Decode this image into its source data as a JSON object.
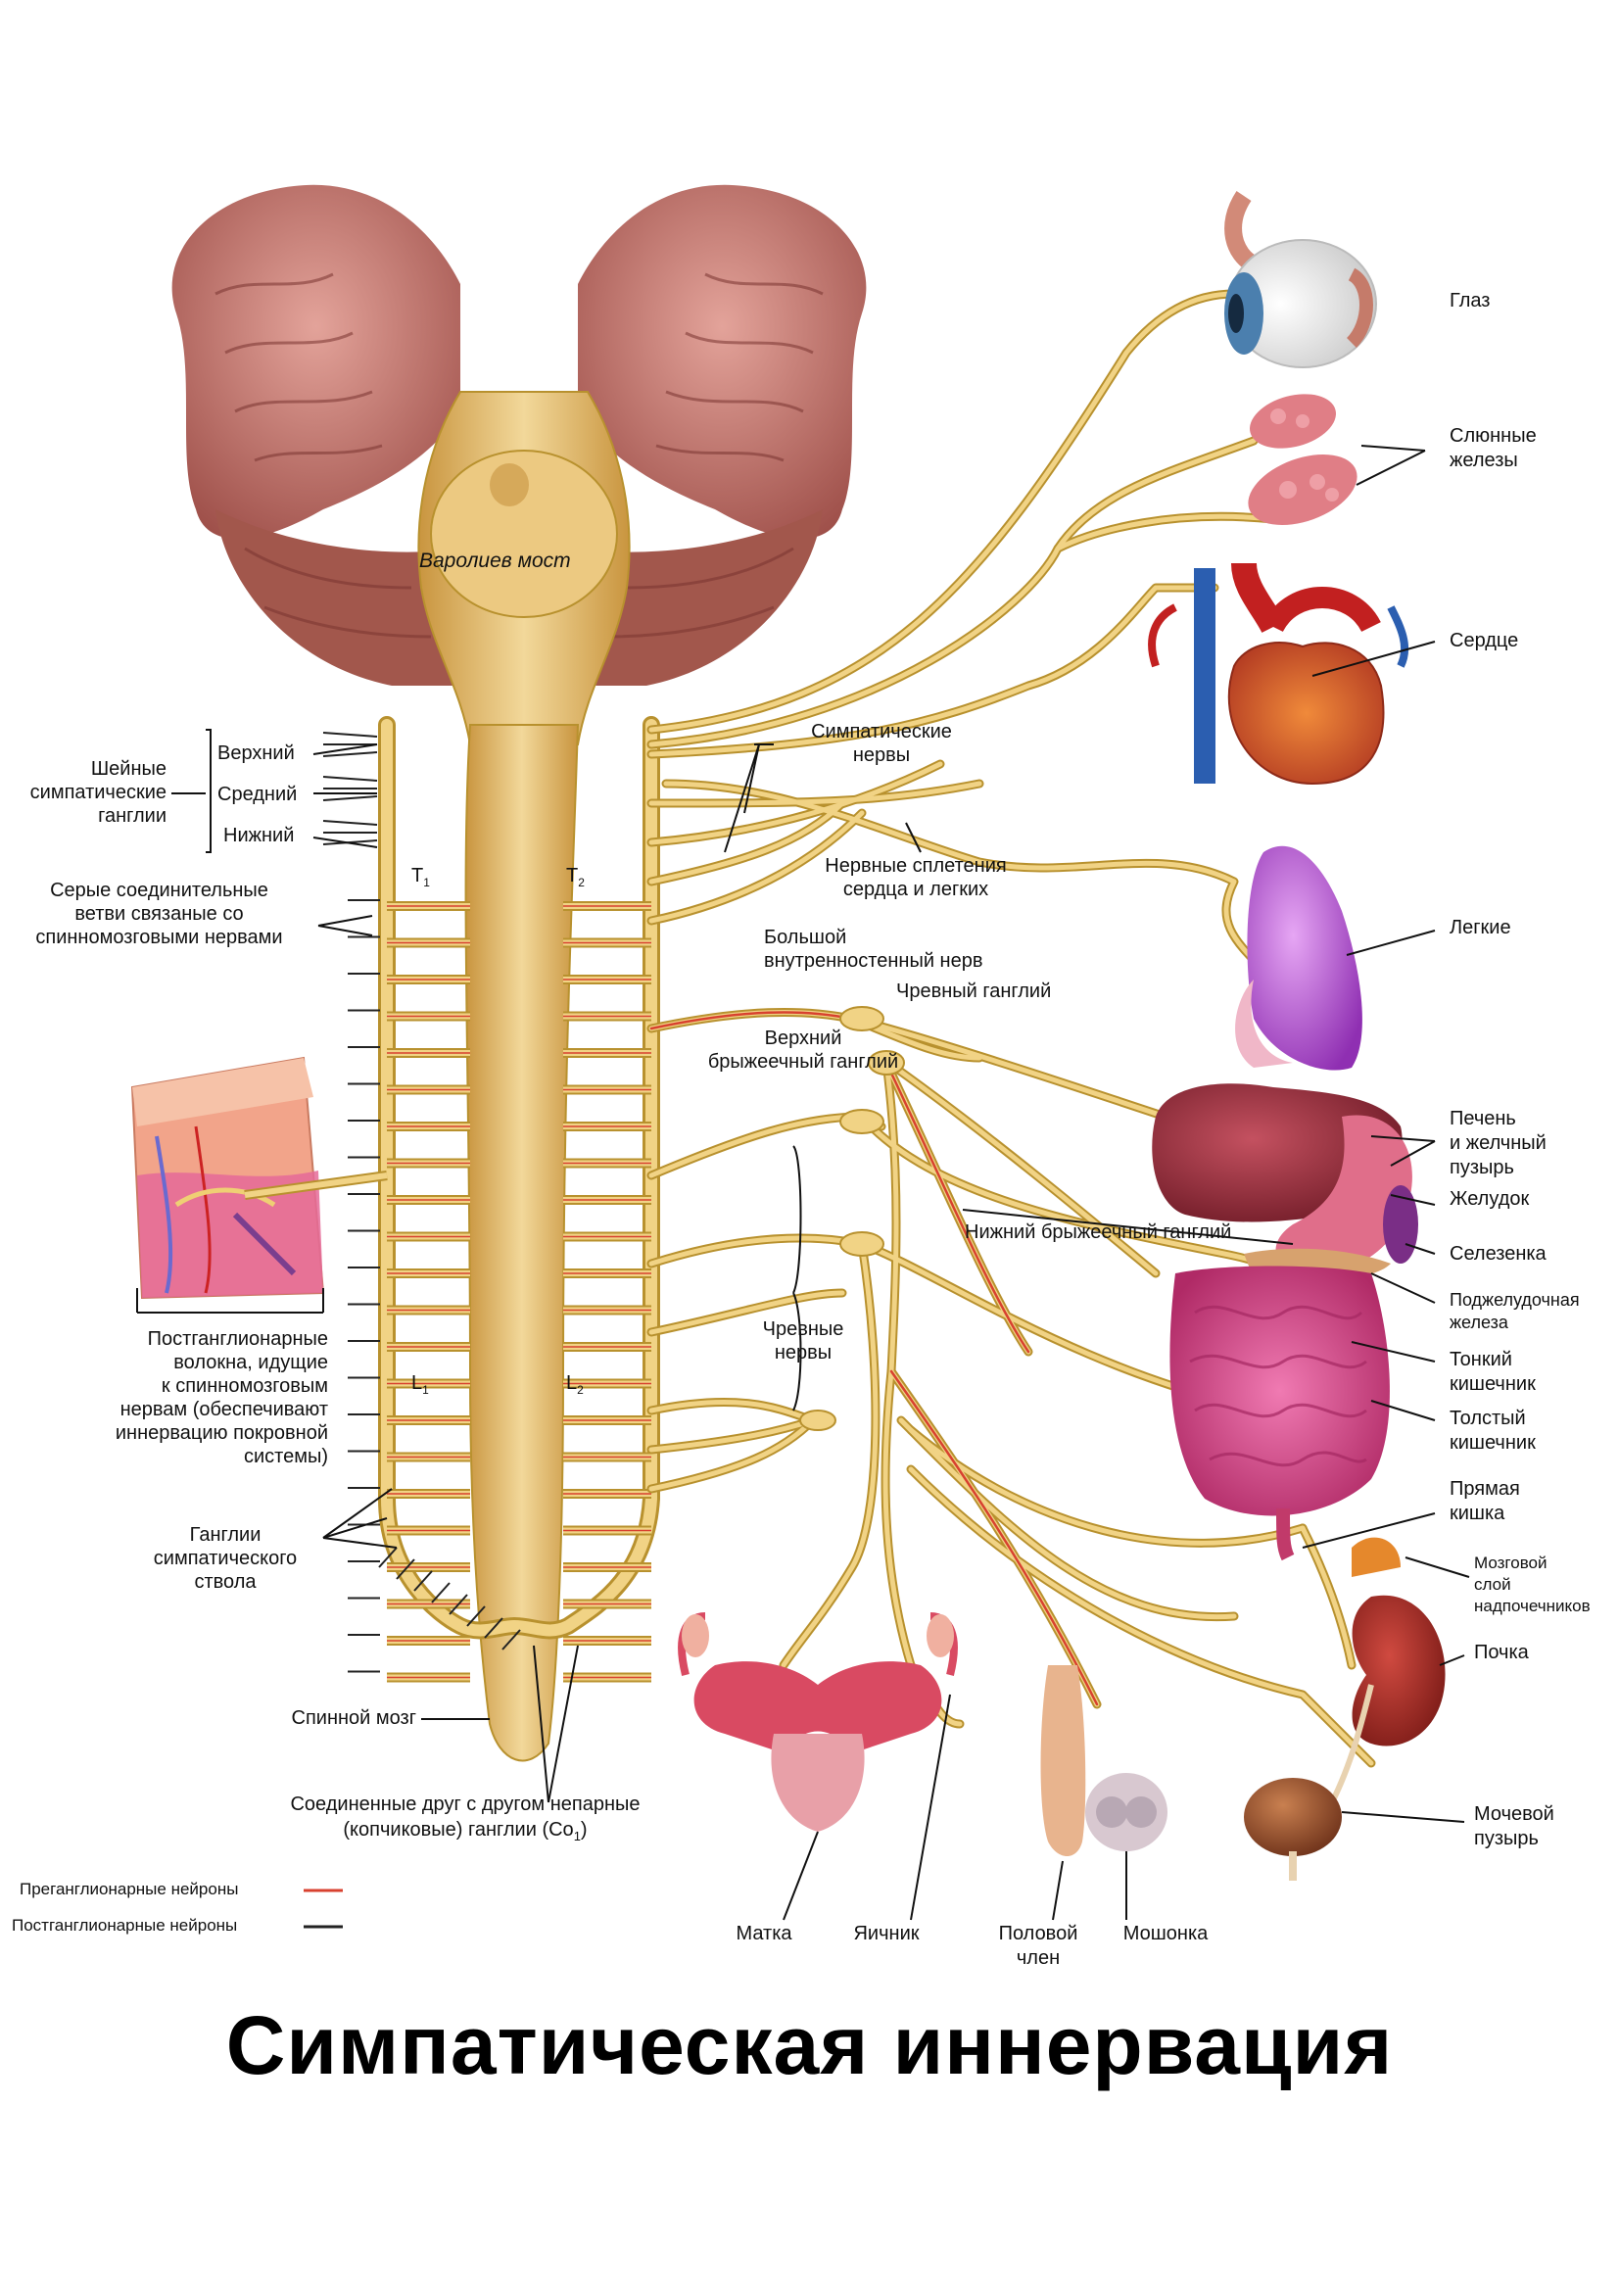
{
  "labels": {
    "eye": "Глаз",
    "salivary": "Слюнные\nжелезы",
    "heart": "Сердце",
    "lungs": "Легкие",
    "liver": "Печень\nи желчный\nпузырь",
    "stomach": "Желудок",
    "spleen": "Селезенка",
    "pancreas": "Поджелудочная\nжелеза",
    "small_intestine": "Тонкий\nкишечник",
    "large_intestine": "Толстый\nкишечник",
    "rectum": "Прямая\nкишка",
    "adrenal": "Мозговой\nслой\nнадпочечников",
    "kidney": "Почка",
    "bladder": "Мочевой\nпузырь",
    "uterus": "Матка",
    "ovary": "Яичник",
    "penis": "Половой\nчлен",
    "scrotum": "Мошонка",
    "pons": "Варолиев мост",
    "sympathetic_nerves": "Симпатические\nнервы",
    "cardiac_plexus": "Нервные сплетения\nсердца и легких",
    "greater_splanchnic": "Большой\nвнутренностенный нерв",
    "celiac_ganglion": "Чревный ганглий",
    "superior_mesenteric": "Верхний\nбрыжеечный ганглий",
    "inferior_mesenteric": "Нижний брыжеечный ганглий",
    "splanchnic_nerves": "Чревные\nнервы",
    "cervical_ganglia": "Шейные\nсимпатические\nганглии",
    "superior": "Верхний",
    "middle": "Средний",
    "inferior": "Нижний",
    "gray_rami": "Серые соединительные\nветви связаные со\nспинномозговыми нервами",
    "postganglionic_fibers": "Постганглионарные\nволокна, идущие\nк спинномозговым\nнервам (обеспечивают\nиннервацию покровной\nсистемы)",
    "trunk_ganglia": "Ганглии\nсимпатического\nствола",
    "spinal_cord": "Спинной мозг",
    "coccygeal": "Соединенные друг с другом непарные\n(копчиковые) ганглии (Co",
    "coccygeal_sub": "1",
    "coccygeal_end": ")",
    "T": "T",
    "T1_sub": "1",
    "T2_sub": "2",
    "L": "L",
    "L1_sub": "1",
    "L2_sub": "2"
  },
  "legend": {
    "preganglionic": "Преганглионарные нейроны",
    "postganglionic": "Постганглионарные нейроны",
    "preganglionic_color": "#d8412f",
    "postganglionic_color": "#222222"
  },
  "title": "Симпатическая иннервация",
  "colors": {
    "nerve": "#e8c76a",
    "nerve_edge": "#b8912e",
    "cord": "#e2bd68",
    "brain": "#b96a60",
    "organ_red": "#a8343c",
    "organ_pink": "#d2447a",
    "lung": "#b65ad0"
  }
}
